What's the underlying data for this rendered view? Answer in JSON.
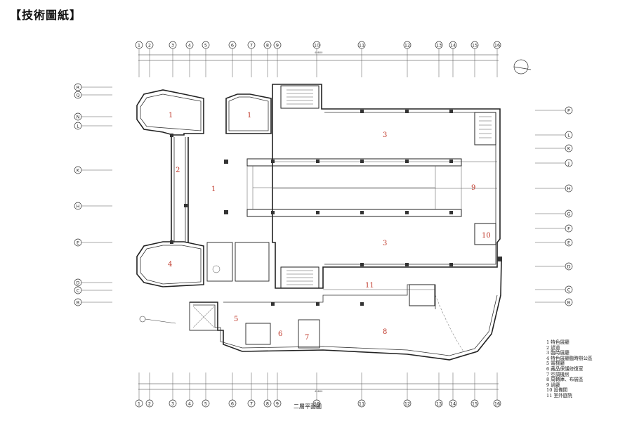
{
  "header": {
    "title": "【技術圖紙】"
  },
  "plan": {
    "caption": "二層平面圖"
  },
  "axes": {
    "top": [
      "1",
      "2",
      "3",
      "4",
      "5",
      "6",
      "7",
      "8",
      "9",
      "10",
      "11",
      "12",
      "13",
      "14",
      "15",
      "16"
    ],
    "left": [
      "R",
      "Q",
      "N",
      "L",
      "K",
      "H",
      "E",
      "D",
      "C",
      "B"
    ],
    "right": [
      "P",
      "L",
      "K",
      "J",
      "H",
      "G",
      "F",
      "E",
      "D",
      "C",
      "B"
    ]
  },
  "rooms": {
    "r1": "1",
    "r2": "2",
    "r3": "3",
    "r4": "4",
    "r5": "5",
    "r6": "6",
    "r7": "7",
    "r8": "8",
    "r9": "9",
    "r10": "10",
    "r11": "11"
  },
  "legend": [
    "1  特色展廳",
    "2  過道",
    "3  臨時展廳",
    "4  特色展廳臨時辦公區",
    "5  電梯廳",
    "6  藏品保護修復室",
    "7  空調機房",
    "8  周轉庫、布展區",
    "9  過廳",
    "10  設備間",
    "11  室外庭院"
  ],
  "dimensions": {
    "total_span": "49800"
  },
  "colors": {
    "room_label": "#c0392b",
    "line": "#222222"
  }
}
